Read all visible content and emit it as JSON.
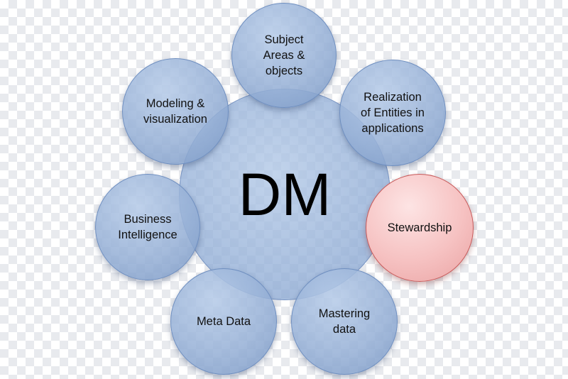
{
  "center": {
    "label": "DM"
  },
  "nodes": {
    "subject_areas": "Subject\nAreas &\nobjects",
    "realization": "Realization\nof Entities in\napplications",
    "stewardship": "Stewardship",
    "mastering": "Mastering\ndata",
    "meta_data": "Meta Data",
    "business_intelligence": "Business\nIntelligence",
    "modeling": "Modeling &\nvisualization"
  },
  "colors": {
    "node_fill": "#96b0d6",
    "node_border": "#6f8fc0",
    "highlight_fill": "#f6c2c2",
    "highlight_border": "#c85a5a",
    "text": "#111111"
  }
}
